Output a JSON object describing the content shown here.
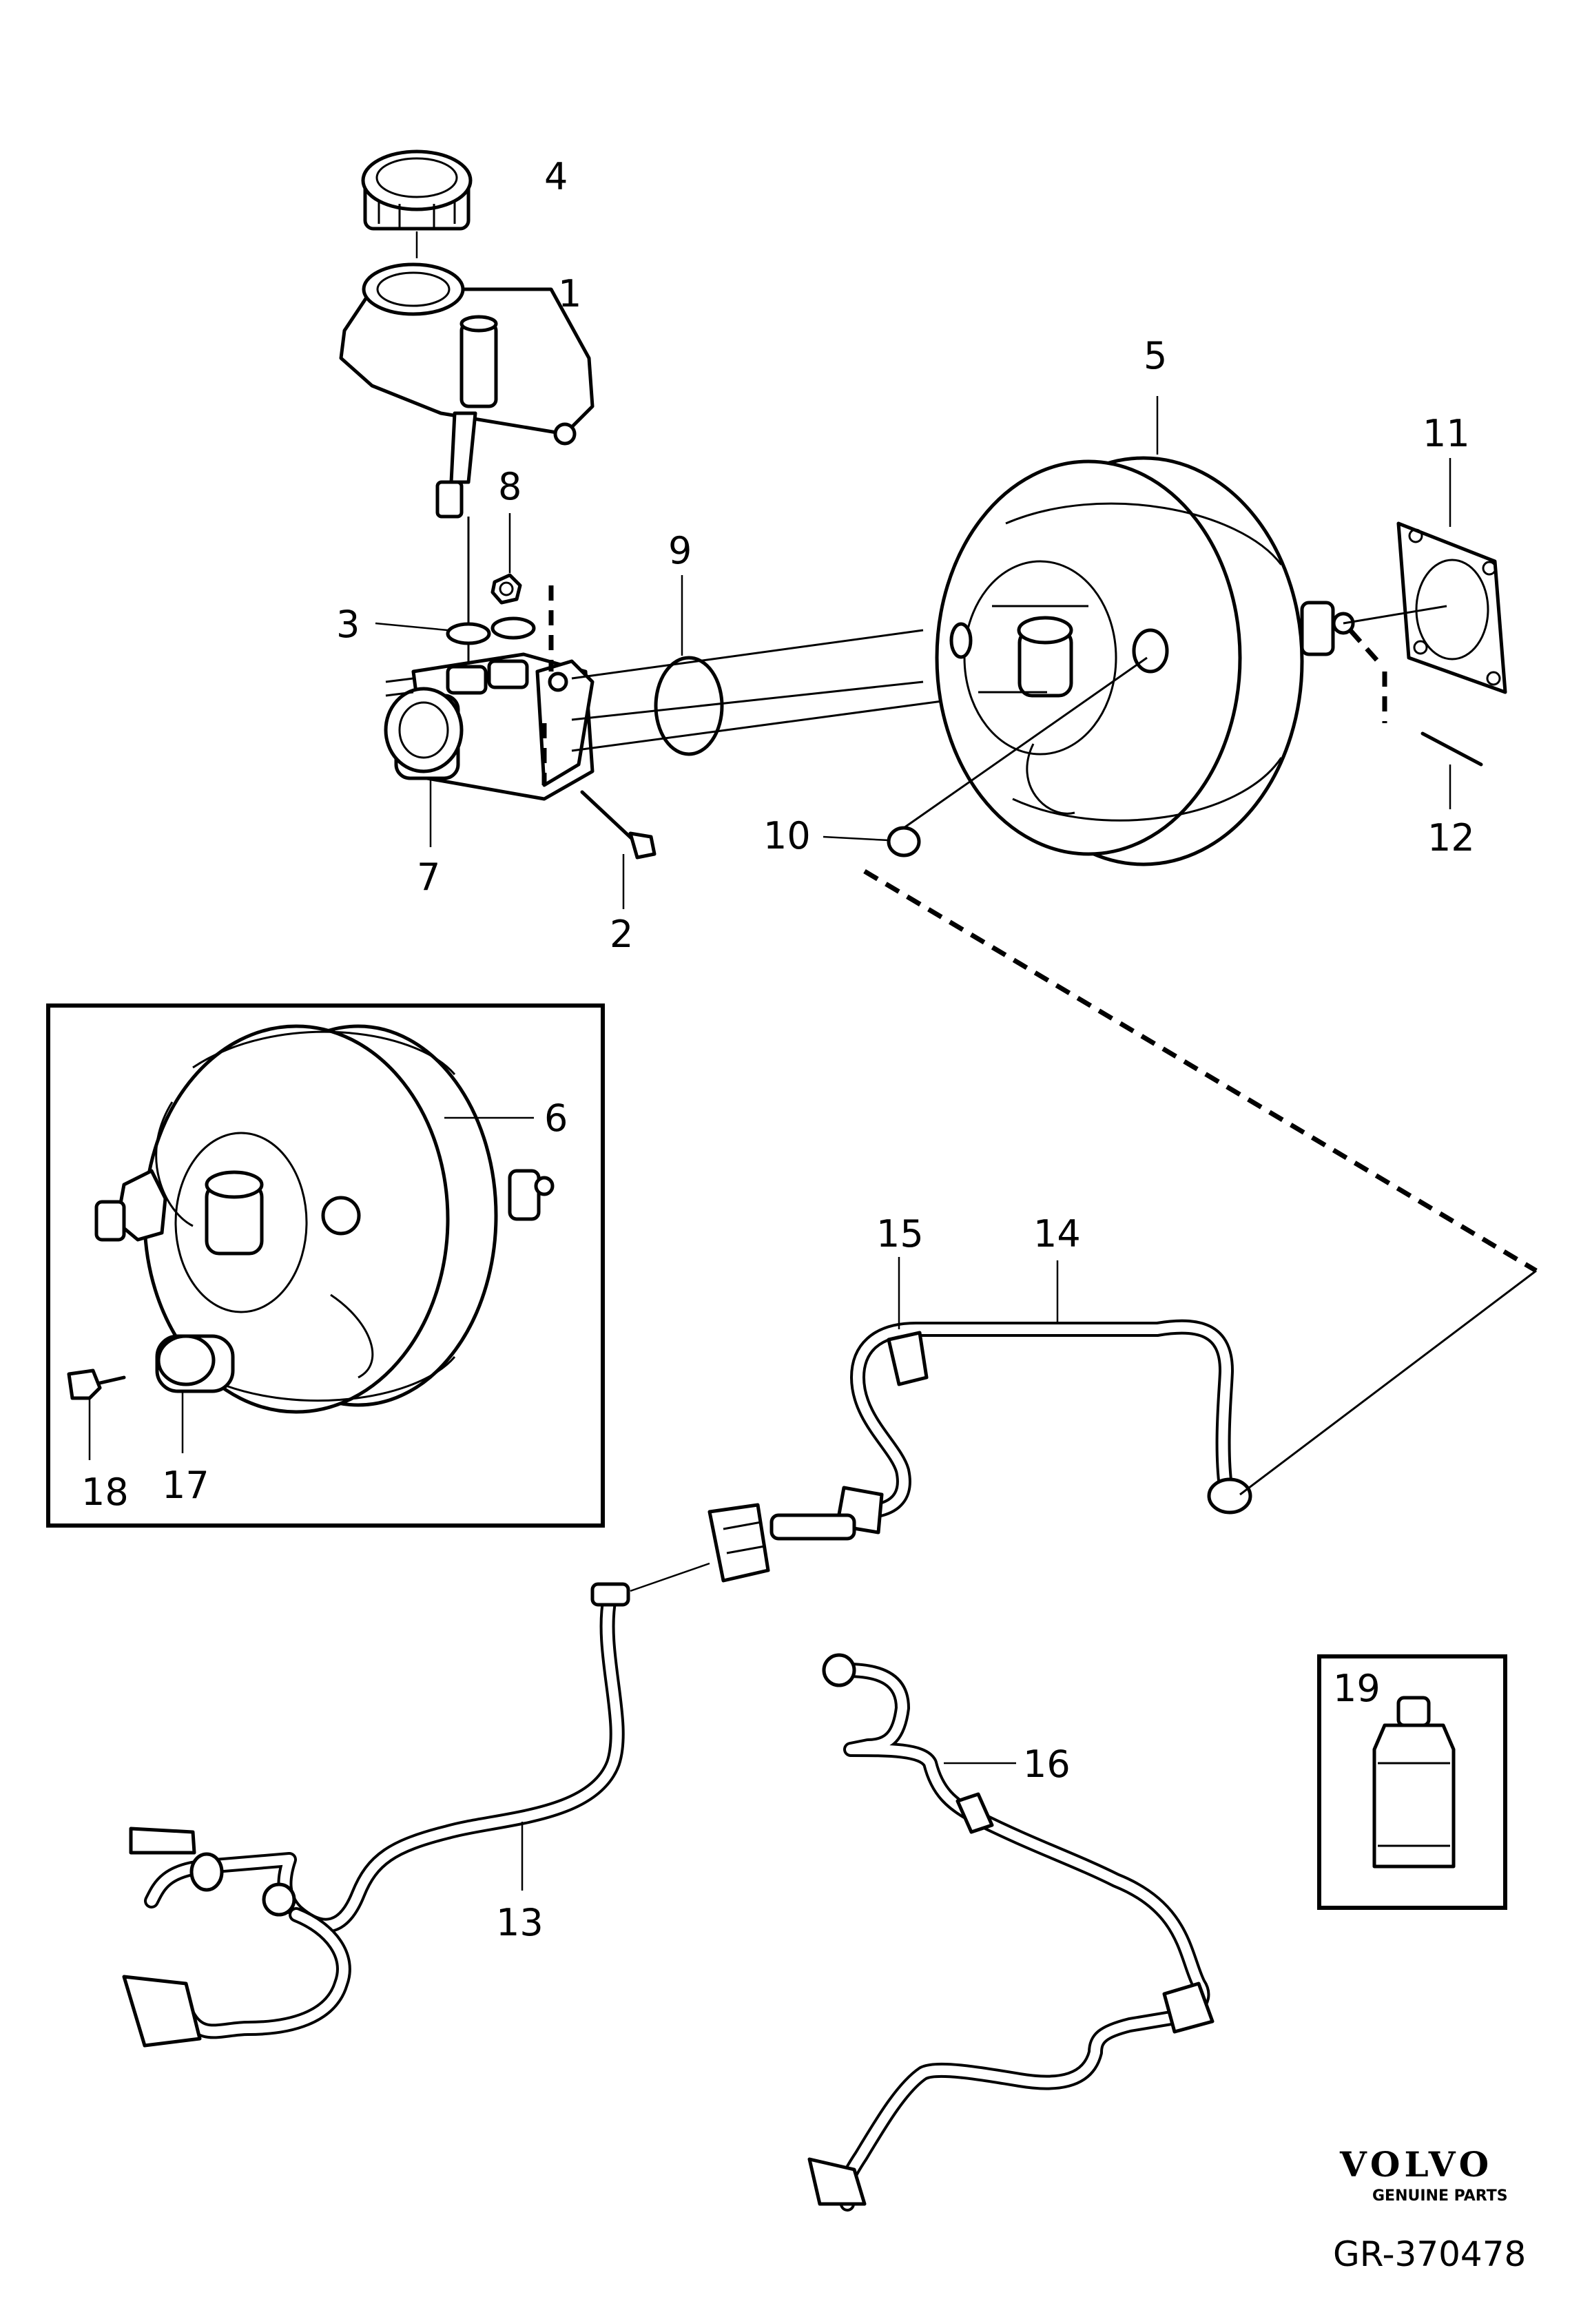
{
  "callouts": {
    "c1": "1",
    "c2": "2",
    "c3": "3",
    "c4": "4",
    "c5": "5",
    "c6": "6",
    "c7": "7",
    "c8": "8",
    "c9": "9",
    "c10": "10",
    "c11": "11",
    "c12": "12",
    "c13": "13",
    "c14": "14",
    "c15": "15",
    "c16": "16",
    "c17": "17",
    "c18": "18",
    "c19": "19"
  },
  "branding": {
    "logo_text": "VOLVO",
    "logo_subtext": "GENUINE PARTS",
    "reference": "GR-370478"
  }
}
